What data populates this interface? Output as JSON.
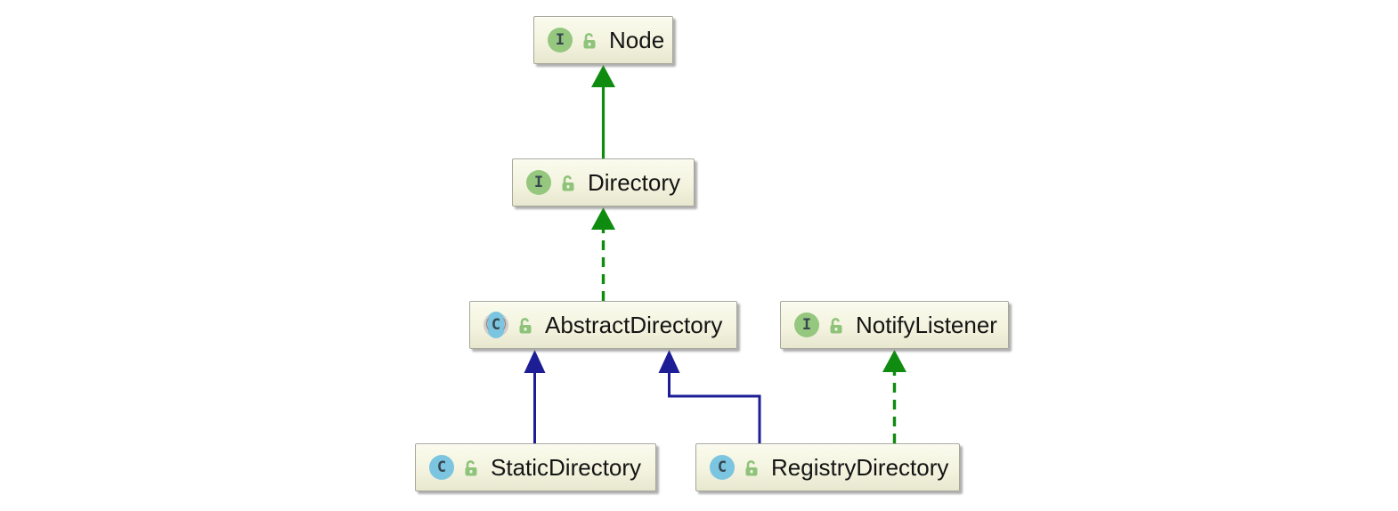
{
  "diagram": {
    "type": "uml-class-diagram",
    "nodes": {
      "node": {
        "label": "Node",
        "kind": "interface",
        "visibility": "public"
      },
      "directory": {
        "label": "Directory",
        "kind": "interface",
        "visibility": "public"
      },
      "abstract_directory": {
        "label": "AbstractDirectory",
        "kind": "abstract-class",
        "visibility": "public"
      },
      "notify_listener": {
        "label": "NotifyListener",
        "kind": "interface",
        "visibility": "public"
      },
      "static_directory": {
        "label": "StaticDirectory",
        "kind": "class",
        "visibility": "public"
      },
      "registry_directory": {
        "label": "RegistryDirectory",
        "kind": "class",
        "visibility": "public"
      }
    },
    "edges": [
      {
        "from": "Directory",
        "to": "Node",
        "relation": "extends",
        "line": "solid",
        "color": "#0f8c0f"
      },
      {
        "from": "AbstractDirectory",
        "to": "Directory",
        "relation": "implements",
        "line": "dashed",
        "color": "#0f8c0f"
      },
      {
        "from": "StaticDirectory",
        "to": "AbstractDirectory",
        "relation": "extends",
        "line": "solid",
        "color": "#1d1d96"
      },
      {
        "from": "RegistryDirectory",
        "to": "AbstractDirectory",
        "relation": "extends",
        "line": "solid",
        "color": "#1d1d96"
      },
      {
        "from": "RegistryDirectory",
        "to": "NotifyListener",
        "relation": "implements",
        "line": "dashed",
        "color": "#0f8c0f"
      }
    ],
    "icons": {
      "interface_letter": "I",
      "class_letter": "C",
      "abstract_paren_open": "(",
      "abstract_paren_close": ")"
    },
    "colors": {
      "interface_icon": "#95c77f",
      "class_icon": "#7cc5e0",
      "abstract_icon_ring": "#cdcdcd",
      "lock_icon": "#8ec379",
      "extends_interface_arrow": "#0f8c0f",
      "extends_class_arrow": "#1d1d96",
      "node_fill_top": "#fbfbee",
      "node_fill_bottom": "#e8e8d0",
      "node_border": "#a6a69a",
      "canvas_background": "#ffffff"
    }
  }
}
